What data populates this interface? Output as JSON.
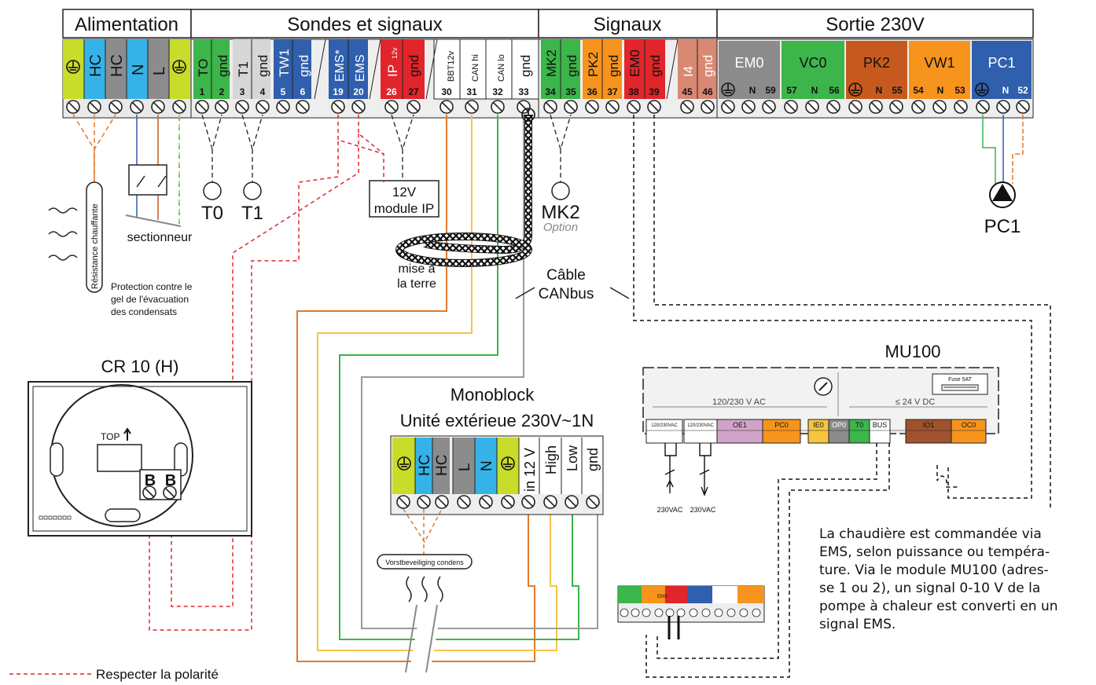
{
  "colors": {
    "yellow_green": "#c8dc2a",
    "blue": "#35b3e8",
    "grey": "#8c8c8c",
    "green": "#3cb54a",
    "red": "#e1252b",
    "orange": "#f7941d",
    "orange_dark": "#c65a1e",
    "brown": "#a0522d",
    "navy": "#2f5fad",
    "salmon": "#d98873",
    "pink": "#d2a3c9",
    "wire_orange": "#e07a2e",
    "wire_yellow": "#f5c542",
    "wire_green": "#3cb54a",
    "wire_grey": "#9b9b9b",
    "dashed_red": "#e1252b"
  },
  "headers": {
    "alimentation": "Alimentation",
    "sondes": "Sondes et signaux",
    "signaux": "Signaux",
    "sortie": "Sortie 230V"
  },
  "top_blocks": {
    "alim_labels": [
      "HC",
      "HC",
      "N",
      "L"
    ],
    "sondes_labels": [
      "TO",
      "gnd",
      "T1",
      "gnd",
      "TW1",
      "gnd",
      "EMS*",
      "EMS",
      "IP",
      "gnd",
      "BBT12v",
      "CAN hi",
      "CAN lo",
      "gnd"
    ],
    "ip_sub": "12v",
    "sondes_numbers": [
      "1",
      "2",
      "3",
      "4",
      "5",
      "6",
      "19",
      "20",
      "26",
      "27",
      "30",
      "31",
      "32",
      "33"
    ],
    "signaux_labels": [
      "MK2",
      "gnd",
      "PK2",
      "gnd",
      "EM0",
      "gnd"
    ],
    "signaux_numbers": [
      "34",
      "35",
      "36",
      "37",
      "38",
      "39"
    ],
    "extra_labels": [
      "I4",
      "gnd"
    ],
    "extra_numbers": [
      "45",
      "46"
    ],
    "sortie_labels": [
      "EM0",
      "VC0",
      "PK2",
      "VW1",
      "PC1"
    ],
    "sortie_terms": [
      [
        "N",
        "59"
      ],
      [
        "57",
        "N",
        "56"
      ],
      [
        "N",
        "55"
      ],
      [
        "54",
        "N",
        "53"
      ],
      [
        "N",
        "52"
      ]
    ]
  },
  "labels": {
    "t0": "T0",
    "t1": "T1",
    "ip_line1": "12V",
    "ip_line2": "module IP",
    "mk2": "MK2",
    "mk2_option": "Option",
    "pc1": "PC1",
    "resistance": "Résistance chauffante",
    "sectionneur": "sectionneur",
    "protection": [
      "Protection contre le",
      "gel de l'évacuation",
      "des condensats"
    ],
    "mise": [
      "mise à",
      "la terre"
    ],
    "cable": [
      "Câble",
      "CANbus"
    ],
    "cr10": "CR 10 (H)",
    "top": "TOP",
    "b": "B",
    "mono1": "Monoblock",
    "mono2": "Unité extérieue 230V~1N",
    "mono_labels": [
      "HC",
      "HC",
      "L",
      "N",
      "in 12 V",
      "High",
      "Low",
      "gnd"
    ],
    "vorst": "Vorstbeveiliging condens",
    "mu100": "MU100",
    "mu_ac": "120/230 V AC",
    "mu_dc": "≤ 24 V DC",
    "fuse": "Fuse 5AT",
    "mu_terms": [
      "120/230VAC",
      "120/230VAC",
      "OE1",
      "PC0",
      "IE0",
      "OP0",
      "T0",
      "BUS",
      "IO1",
      "OC0"
    ],
    "vac": "230VAC",
    "legend": "Respecter la polarité",
    "ems_small": "EMS",
    "note": [
      "La chaudière est commandée via",
      "EMS, selon puissance ou tempéra-",
      "ture. Via le module MU100 (adres-",
      "se 1 ou 2), un signal 0-10 V de la",
      "pompe à chaleur est converti en un",
      "signal EMS."
    ]
  }
}
